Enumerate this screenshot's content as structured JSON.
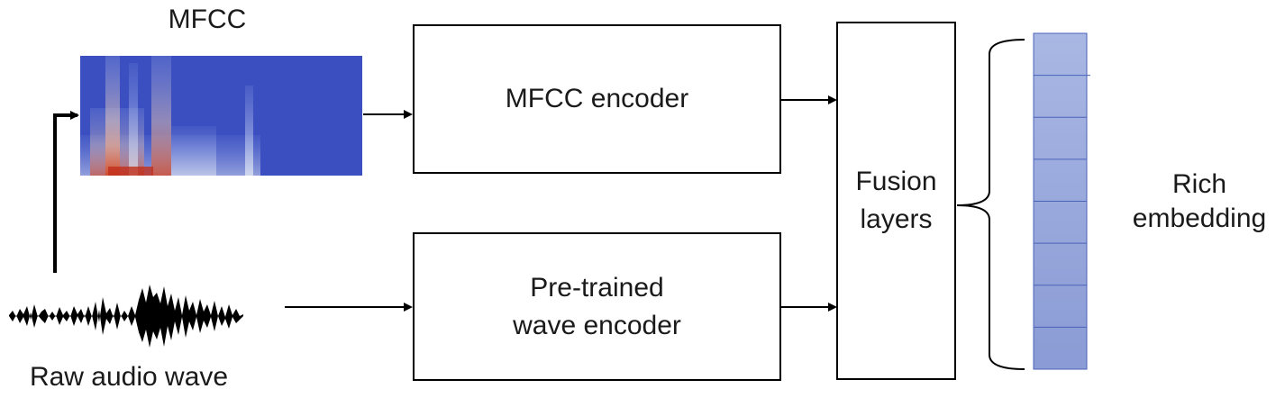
{
  "labels": {
    "mfcc_title": "MFCC",
    "raw_audio": "Raw audio wave",
    "rich_embedding": [
      "Rich",
      "embedding"
    ]
  },
  "boxes": {
    "mfcc_encoder": "MFCC encoder",
    "wave_encoder": [
      "Pre-trained",
      "wave encoder"
    ],
    "fusion": [
      "Fusion",
      "layers"
    ]
  },
  "colors": {
    "spectrogram_base": "#3b4fc0",
    "spectrogram_hot": "#d8502e",
    "embedding_top": "#a8b6e2",
    "embedding_bottom": "#8a9cd6",
    "embedding_lines": "#4a63b8"
  },
  "embedding": {
    "cells": 8
  }
}
